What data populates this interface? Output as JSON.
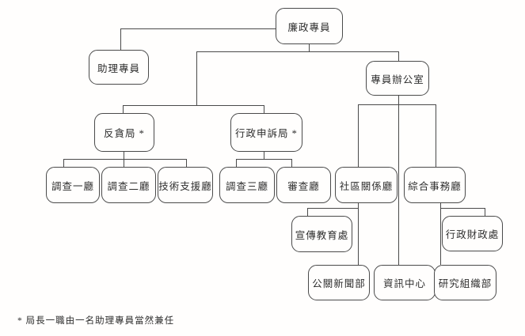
{
  "diagram": {
    "title_none": "",
    "nodes": {
      "commissioner": {
        "label": "廉政專員"
      },
      "assistant": {
        "label": "助理專員"
      },
      "office": {
        "label": "專員辦公室"
      },
      "anti_corruption": {
        "label": "反貪局 *"
      },
      "complaints": {
        "label": "行政申訴局 *"
      },
      "inv1": {
        "label": "調查一廳"
      },
      "inv2": {
        "label": "調查二廳"
      },
      "tech_support": {
        "label": "技術支援廳"
      },
      "inv3": {
        "label": "調查三廳"
      },
      "review": {
        "label": "審查廳"
      },
      "community": {
        "label": "社區關係廳"
      },
      "general_affairs": {
        "label": "綜合事務廳"
      },
      "publicity": {
        "label": "宣傳教育處"
      },
      "admin_finance": {
        "label": "行政財政處"
      },
      "pr_press": {
        "label": "公關新聞部"
      },
      "info_centre": {
        "label": "資訊中心"
      },
      "research": {
        "label": "研究組織部"
      }
    },
    "edges": [
      [
        "commissioner",
        "assistant"
      ],
      [
        "commissioner",
        "anti_corruption"
      ],
      [
        "commissioner",
        "complaints"
      ],
      [
        "commissioner",
        "office"
      ],
      [
        "anti_corruption",
        "inv1"
      ],
      [
        "anti_corruption",
        "inv2"
      ],
      [
        "anti_corruption",
        "tech_support"
      ],
      [
        "complaints",
        "inv3"
      ],
      [
        "complaints",
        "review"
      ],
      [
        "office",
        "community"
      ],
      [
        "office",
        "info_centre"
      ],
      [
        "office",
        "general_affairs"
      ],
      [
        "community",
        "publicity"
      ],
      [
        "community",
        "pr_press"
      ],
      [
        "general_affairs",
        "admin_finance"
      ],
      [
        "general_affairs",
        "research"
      ]
    ],
    "footnote": "* 局長一職由一名助理專員當然兼任",
    "line_color": "#4a4a4a",
    "background": "#fffefd"
  }
}
